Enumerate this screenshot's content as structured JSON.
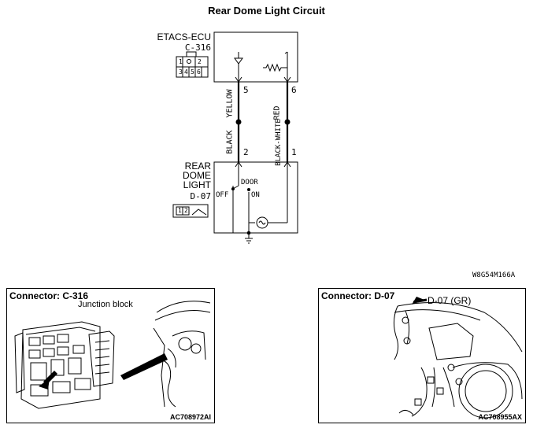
{
  "title": "Rear Dome Light Circuit",
  "ecu": {
    "name": "ETACS-ECU",
    "connector": "C-316",
    "pins": [
      "1",
      "2",
      "3",
      "4",
      "5",
      "6"
    ]
  },
  "wires": [
    {
      "top_pin": "5",
      "color_top": "YELLOW",
      "color_bottom": "BLACK",
      "bottom_pin": "2"
    },
    {
      "top_pin": "6",
      "color_top": "RED",
      "color_bottom": "BLACK-WHITE",
      "bottom_pin": "1"
    }
  ],
  "lamp": {
    "name_lines": [
      "REAR",
      "DOME",
      "LIGHT"
    ],
    "connector": "D-07",
    "pins": [
      "1",
      "2"
    ],
    "switch_door": "DOOR",
    "switch_off": "OFF",
    "switch_on": "ON"
  },
  "figure_code": "W8G54M166A",
  "panels": [
    {
      "title": "Connector: C-316",
      "sub_label": "Junction block",
      "code": "AC708972AI"
    },
    {
      "title": "Connector: D-07",
      "callout": "D-07 (GR)",
      "code": "AC708955AX"
    }
  ]
}
